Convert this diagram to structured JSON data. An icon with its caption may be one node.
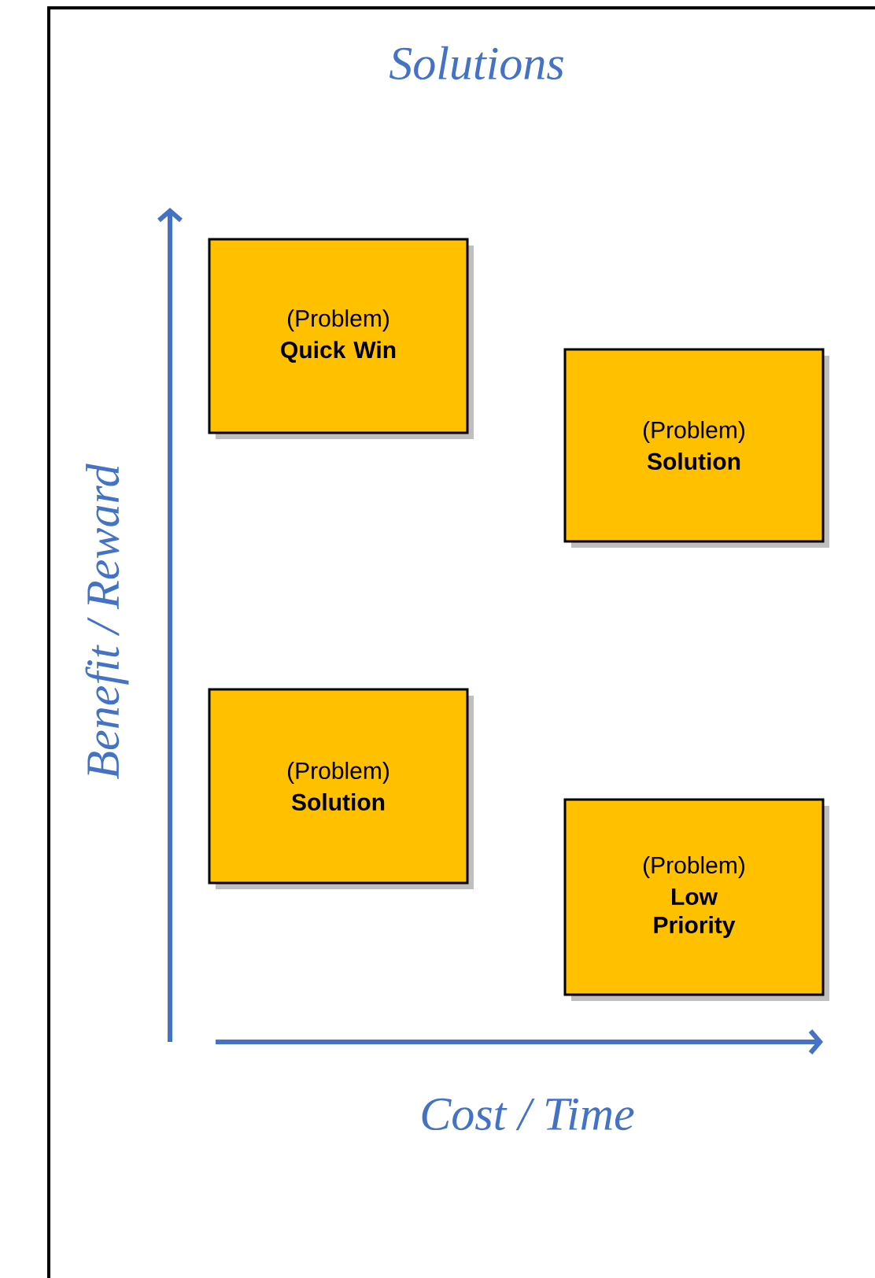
{
  "diagram": {
    "title": "Solutions",
    "nodes": [
      {
        "text": [
          "(Problem)",
          "Quick Win"
        ]
      },
      {
        "text": [
          "(Problem)",
          "Solution"
        ]
      },
      {
        "text": [
          "(Problem)",
          "Solution"
        ]
      },
      {
        "text": [
          "(Problem)",
          "Low Priority"
        ]
      }
    ],
    "edges": [],
    "labels": [
      "Benefit / Reward",
      "Cost / Time"
    ]
  }
}
